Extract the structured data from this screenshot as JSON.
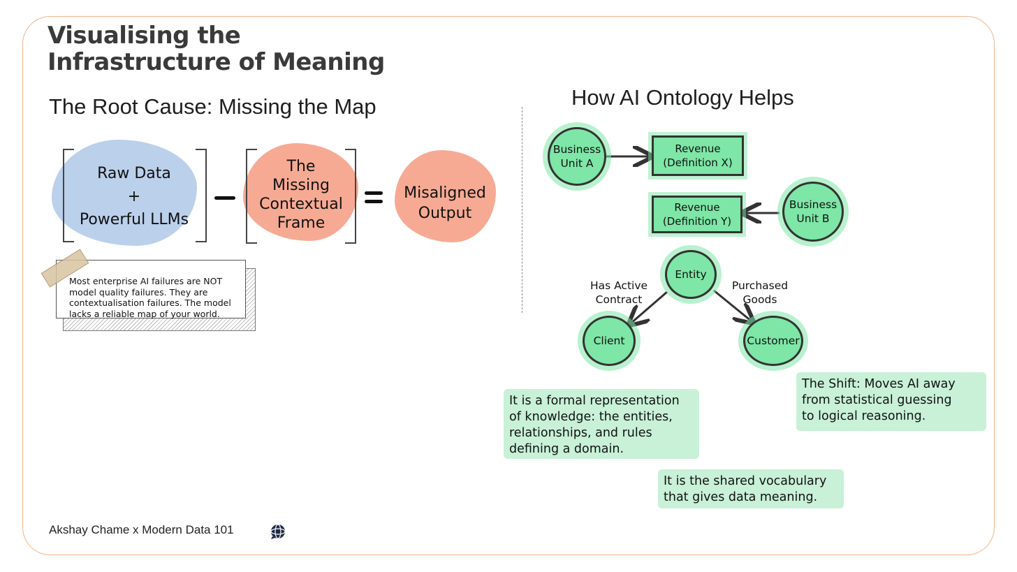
{
  "header": {
    "title": "Visualising the\nInfrastructure of Meaning"
  },
  "left": {
    "title": "The Root Cause: Missing the Map",
    "equation": {
      "term1": "Raw Data\n+\nPowerful LLMs",
      "term2": "The\nMissing\nContextual\nFrame",
      "result": "Misaligned\nOutput"
    },
    "note": "Most enterprise AI failures are NOT model quality failures. They are contextualisation failures. The model lacks a reliable map of your world."
  },
  "right": {
    "title": "How AI Ontology Helps",
    "nodes": {
      "business_unit_a": "Business\nUnit A",
      "revenue_x": "Revenue\n(Definition X)",
      "revenue_y": "Revenue\n(Definition Y)",
      "business_unit_b": "Business\nUnit B",
      "entity": "Entity",
      "client": "Client",
      "customer": "Customer"
    },
    "edge_labels": {
      "has_active_contract": "Has Active\nContract",
      "purchased_goods": "Purchased\nGoods"
    },
    "callouts": {
      "definition": "It is a formal representation\nof knowledge: the entities,\nrelationships, and rules\ndefining a domain.",
      "vocabulary": "It is the shared vocabulary\nthat gives data meaning.",
      "shift": "The Shift: Moves AI away\nfrom statistical guessing\nto logical reasoning."
    }
  },
  "footer": {
    "credit": "Akshay Chame x Modern Data 101",
    "logo_icon": "globe-chat-icon"
  },
  "colors": {
    "frame": "#f0b48a",
    "blue_wash": "#b7cdea",
    "red_wash": "#f5a58e",
    "node_green": "#7ee6a6",
    "callout_green": "#c8f1d8"
  }
}
